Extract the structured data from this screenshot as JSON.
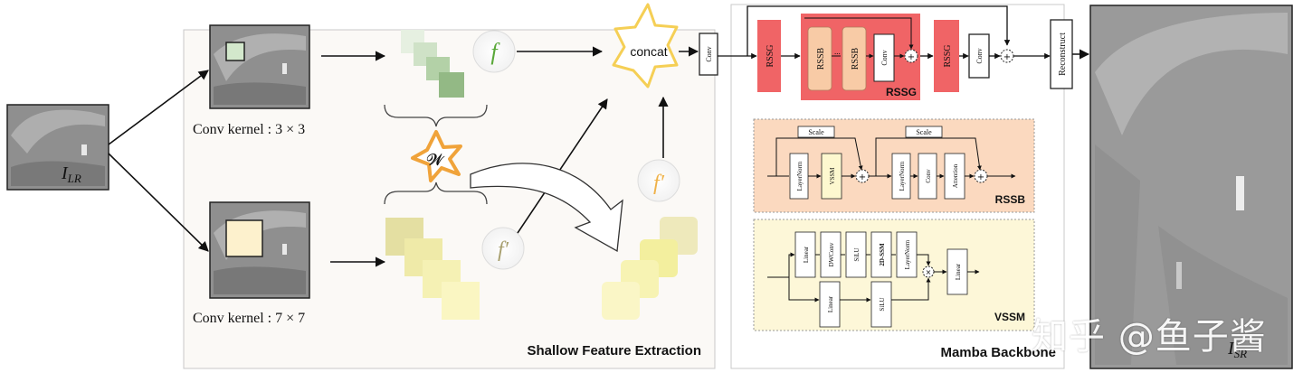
{
  "input": {
    "label_base": "I",
    "label_sub": "LR"
  },
  "output": {
    "label_base": "I",
    "label_sub": "SR"
  },
  "shallow": {
    "panel_title": "Shallow Feature Extraction",
    "kernel3": "Conv kernel : 3 × 3",
    "kernel7": "Conv kernel : 7 × 7",
    "w_symbol": "𝓦",
    "f_symbol": "f",
    "fprime_symbol": "f′",
    "concat_label": "concat"
  },
  "backbone": {
    "panel_title": "Mamba Backbone",
    "conv_label": "Conv",
    "rssg_label": "RSSG",
    "rssb_label": "RSSB",
    "ellipsis": "...",
    "reconstruct_label": "Reconstruct",
    "rssg_group_title": "RSSG",
    "rssb_panel": {
      "title": "RSSB",
      "scale_label": "Scale",
      "blocks": [
        "LayerNorm",
        "VSSM",
        "LayerNorm",
        "Conv",
        "Attention"
      ]
    },
    "vssm_panel": {
      "title": "VSSM",
      "top_blocks": [
        "Linear",
        "DWConv",
        "SiLU",
        "2D-SSM",
        "LayerNorm"
      ],
      "bottom_blocks": [
        "Linear",
        "SiLU"
      ],
      "out_block": "Linear"
    }
  },
  "watermark": "知乎 @鱼子酱",
  "colors": {
    "rssg": "#f06466",
    "rssb": "#f8cba6",
    "rssb_panel": "#fbd9bf",
    "vssm_panel": "#fdf7d8",
    "vssm_block": "#fdf8cf",
    "green_dark": "#93b985",
    "yellow": "#f5f1a8",
    "star": "#f0a33a",
    "shallow_panel": "#fbf9f6"
  }
}
